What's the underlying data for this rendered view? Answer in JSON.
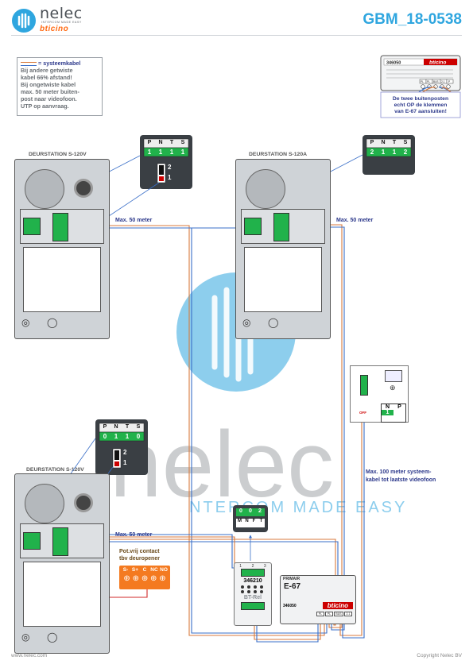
{
  "header": {
    "logo_name": "nelec",
    "logo_tagline": "INTERCOM MADE EASY",
    "logo_brand": "bticino",
    "doc_id": "GBM_18-0538"
  },
  "note": {
    "legend_label": "= systeemkabel",
    "lines": [
      "Bij andere getwiste",
      "kabel 66% afstand!",
      "Bij ongetwiste kabel",
      "max. 50 meter buiten-",
      "post naar videofoon.",
      "UTP op aanvraag."
    ]
  },
  "e67_inset": {
    "model_code": "346050",
    "brand": "bticino",
    "terminal_labels": [
      "PL",
      "PL",
      "BUS",
      "2-1",
      "P"
    ],
    "warning_lines": [
      "De twee buitenposten",
      "echt OP de klemmen",
      "van E-67 aansluiten!"
    ]
  },
  "stations": [
    {
      "title": "DEURSTATION S-120V",
      "dip_headers": [
        "P",
        "N",
        "T",
        "S"
      ],
      "dip_values": [
        "1",
        "1",
        "1",
        "1"
      ],
      "switch_labels": [
        "2",
        "1"
      ]
    },
    {
      "title": "DEURSTATION S-120A",
      "dip_headers": [
        "P",
        "N",
        "T",
        "S"
      ],
      "dip_values": [
        "2",
        "1",
        "1",
        "2"
      ]
    },
    {
      "title": "DEURSTATION S-120V",
      "dip_headers": [
        "P",
        "N",
        "T",
        "S"
      ],
      "dip_values": [
        "0",
        "1",
        "1",
        "0"
      ],
      "switch_labels": [
        "2",
        "1"
      ]
    }
  ],
  "distance_labels": {
    "station1": "Max. 50 meter",
    "station2": "Max. 50 meter",
    "station3": "Max. 50 meter",
    "videophone": [
      "Max. 100 meter systeem-",
      "kabel tot laatste videofoon"
    ]
  },
  "door_opener": {
    "title_lines": [
      "Pot.vrij contact",
      "tbv deuropener"
    ],
    "terminals": [
      "S-",
      "S+",
      "C",
      "NC",
      "NO"
    ]
  },
  "relay": {
    "model": "346210",
    "label": "BT-Rel",
    "dip_left": "0",
    "dip_right": "0",
    "dip_mid": "2",
    "bottom_labels": [
      "M",
      "N",
      "F",
      "T"
    ],
    "top_numbers": [
      "1",
      "2",
      "3"
    ]
  },
  "e67_main": {
    "primair_label": "PRIMAIR",
    "model": "E-67",
    "model_code": "346050",
    "brand": "bticino",
    "terminal_labels": [
      "PL",
      "PL",
      "BUS",
      "2-1"
    ]
  },
  "videophone": {
    "dip_headers": [
      "N",
      "P"
    ],
    "dip_values": [
      "1",
      ""
    ],
    "off_label": "OFF"
  },
  "watermark": {
    "big_text": "nelec",
    "tagline": "NTERCOM MADE EASY"
  },
  "footer": {
    "left": "www.nelec.com",
    "right": "Copyright Nelec BV"
  },
  "colors": {
    "cable_orange": "#d87a3c",
    "cable_blue": "#3a6fc8",
    "accent_blue": "#2fa6df",
    "label_navy": "#2e3a8c",
    "terminal_green": "#21b24b",
    "door_opener_orange": "#f47a20"
  }
}
